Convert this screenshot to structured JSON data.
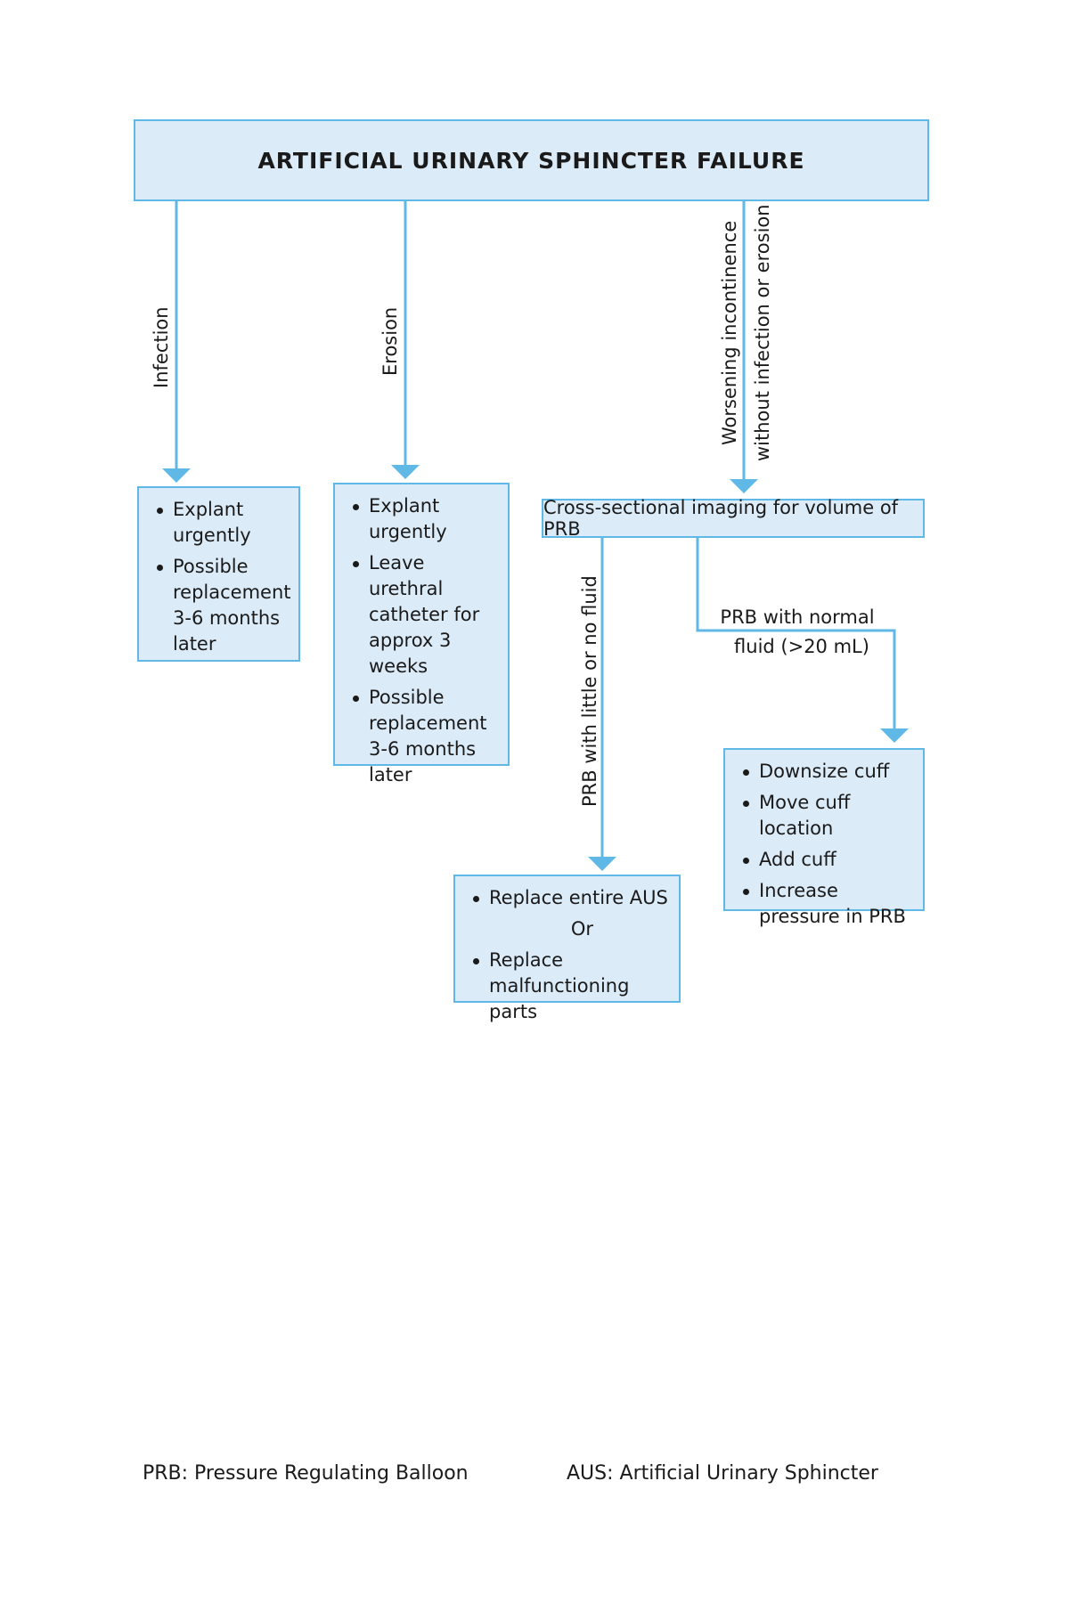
{
  "diagram": {
    "title": "ARTIFICIAL URINARY SPHINCTER FAILURE",
    "branch_labels": {
      "infection": "Infection",
      "erosion": "Erosion",
      "worsening_line1": "Worsening incontinence",
      "worsening_line2": "without infection or erosion",
      "little_fluid": "PRB with little or no fluid",
      "normal_fluid_line1": "PRB with normal",
      "normal_fluid_line2": "fluid (>20 mL)"
    },
    "infection_box": {
      "items": [
        "Explant urgently",
        "Possible replacement 3-6 months later"
      ]
    },
    "erosion_box": {
      "items": [
        "Explant urgently",
        "Leave urethral catheter for approx 3 weeks",
        "Possible replacement 3-6 months later"
      ]
    },
    "imaging_box": {
      "text": "Cross-sectional imaging for volume of PRB"
    },
    "little_fluid_box": {
      "item1": "Replace entire AUS",
      "or_text": "Or",
      "item2": "Replace malfunctioning parts"
    },
    "normal_fluid_box": {
      "items": [
        "Downsize cuff",
        "Move cuff location",
        "Add cuff",
        "Increase pressure in PRB"
      ]
    },
    "legend": {
      "prb": "PRB: Pressure Regulating Balloon",
      "aus": "AUS: Artificial Urinary Sphincter"
    },
    "colors": {
      "box_fill": "#dcebf8",
      "line": "#5fb8e6"
    }
  }
}
